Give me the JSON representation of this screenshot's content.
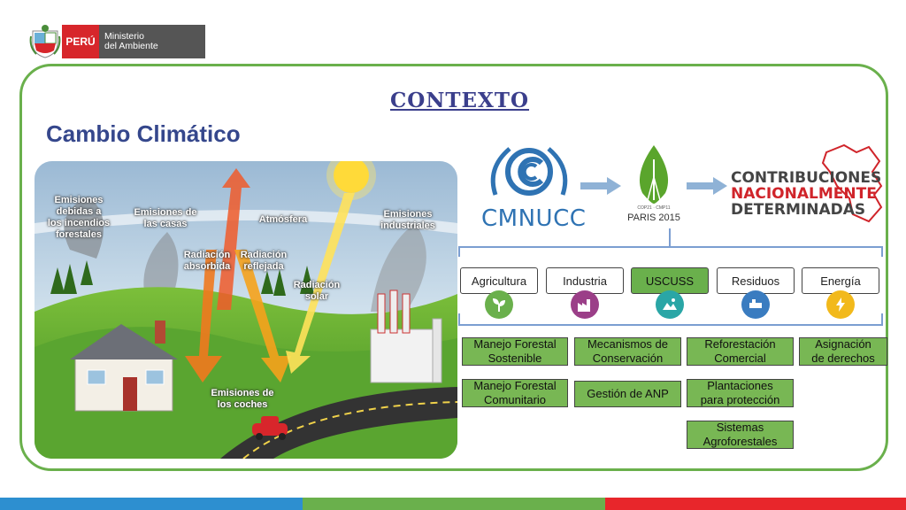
{
  "header": {
    "country": "PERÚ",
    "ministry_line1": "Ministerio",
    "ministry_line2": "del Ambiente"
  },
  "slide": {
    "heading": "CONTEXTO",
    "title": "Cambio Climático"
  },
  "illustration": {
    "labels": {
      "forest_fires": [
        "Emisiones",
        "debidas a",
        "los incendios",
        "forestales"
      ],
      "houses": [
        "Emisiones de",
        "las casas"
      ],
      "atmosphere": "Atmósfera",
      "industrial": [
        "Emisiones",
        "industriales"
      ],
      "absorbed": [
        "Radiación",
        "absorbida"
      ],
      "reflected": [
        "Radiación",
        "reflejada"
      ],
      "solar": [
        "Radiación",
        "solar"
      ],
      "cars": [
        "Emisiones de",
        "los coches"
      ]
    }
  },
  "logos": {
    "cmnucc": "CMNUCC",
    "paris_small": "COP21 · CMP11",
    "paris": "PARIS 2015",
    "ndc": [
      "CONTRIBUCIONES",
      "NACIONALMENTE",
      "DETERMINADAS"
    ]
  },
  "sectors": [
    {
      "label": "Agricultura",
      "icon": "plant-icon",
      "color": "#6ab04c"
    },
    {
      "label": "Industria",
      "icon": "factory-icon",
      "color": "#9b3f88"
    },
    {
      "label": "USCUSS",
      "icon": "landscape-icon",
      "color": "#2aa6a6"
    },
    {
      "label": "Residuos",
      "icon": "waste-icon",
      "color": "#3a7cc0"
    },
    {
      "label": "Energía",
      "icon": "lightning-icon",
      "color": "#f2b91b"
    }
  ],
  "measures": {
    "agricultura": [
      [
        "Manejo Forestal",
        "Sostenible"
      ],
      [
        "Manejo Forestal",
        "Comunitario"
      ]
    ],
    "industria": [
      [
        "Mecanismos de",
        "Conservación"
      ],
      [
        "Gestión de ANP"
      ]
    ],
    "uscuss": [
      [
        "Reforestación",
        "Comercial"
      ],
      [
        "Plantaciones",
        "para protección"
      ],
      [
        "Sistemas",
        "Agroforestales"
      ]
    ],
    "energia": [
      [
        "Asignación",
        "de derechos"
      ]
    ]
  },
  "colors": {
    "frame": "#6ab04c",
    "measure_box": "#78b754",
    "title": "#35478c",
    "stripes": [
      "#2d8fd0",
      "#6ab04c",
      "#e8262b"
    ]
  }
}
